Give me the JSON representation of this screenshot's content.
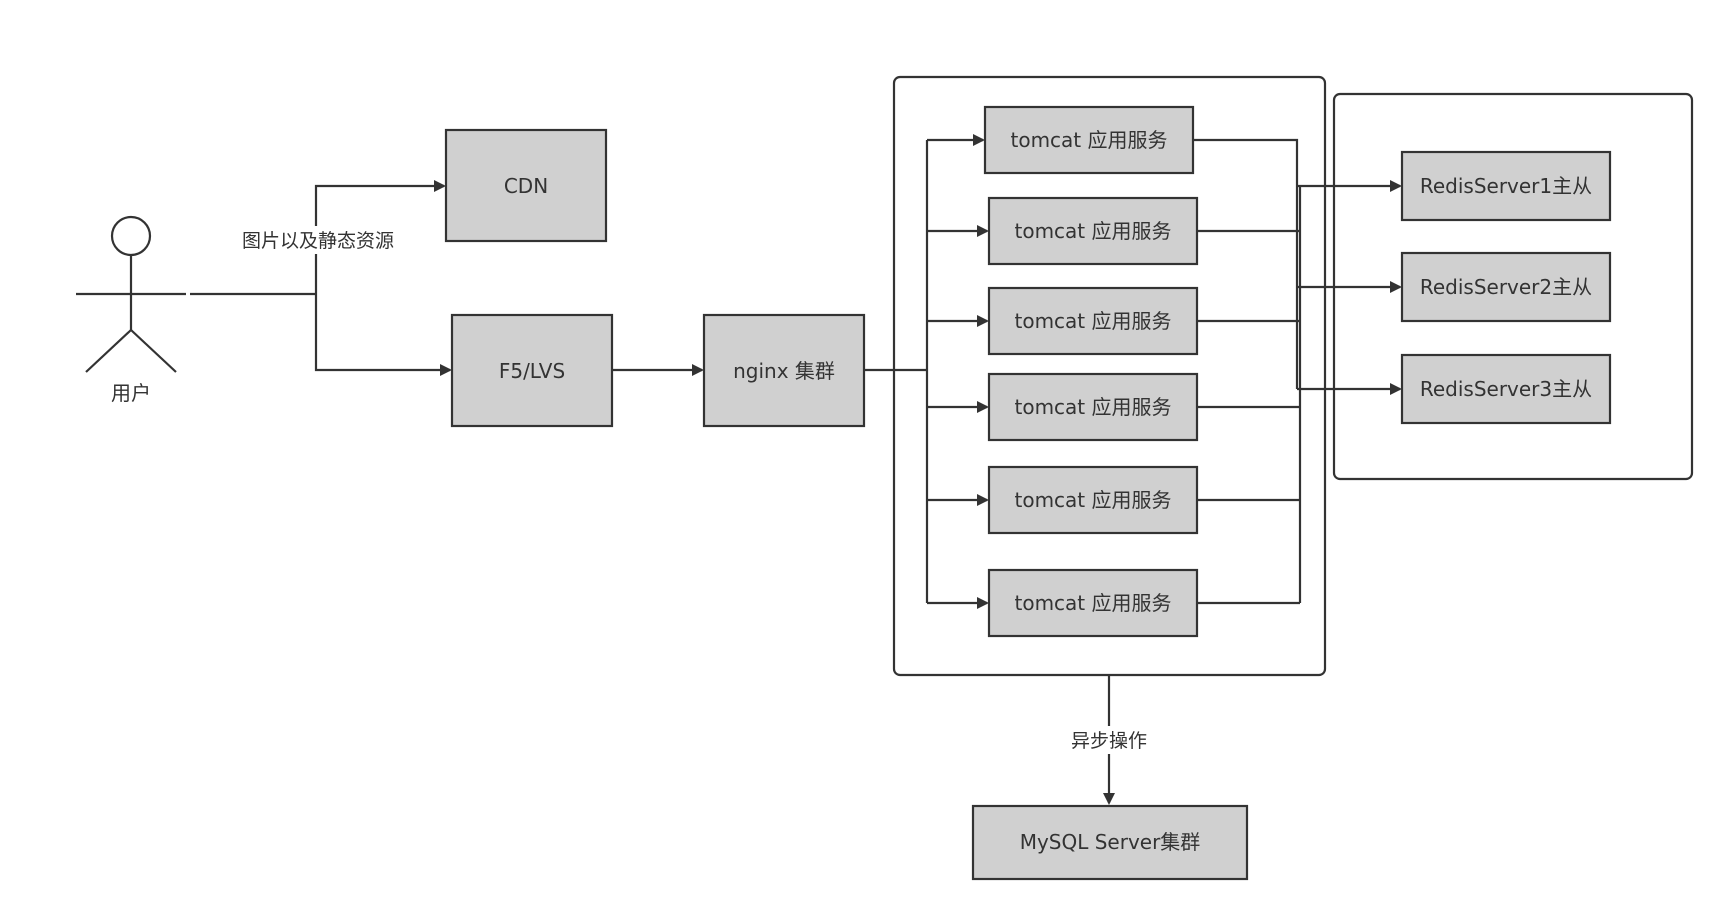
{
  "actor": {
    "label": "用户"
  },
  "nodes": {
    "cdn": "CDN",
    "f5": "F5/LVS",
    "nginx": "nginx 集群",
    "tomcat": [
      "tomcat 应用服务",
      "tomcat 应用服务",
      "tomcat 应用服务",
      "tomcat 应用服务",
      "tomcat 应用服务",
      "tomcat 应用服务"
    ],
    "redis": [
      "RedisServer1主从",
      "RedisServer2主从",
      "RedisServer3主从"
    ],
    "mysql": "MySQL Server集群"
  },
  "edges": {
    "static_resources": "图片以及静态资源",
    "async_ops": "异步操作"
  }
}
